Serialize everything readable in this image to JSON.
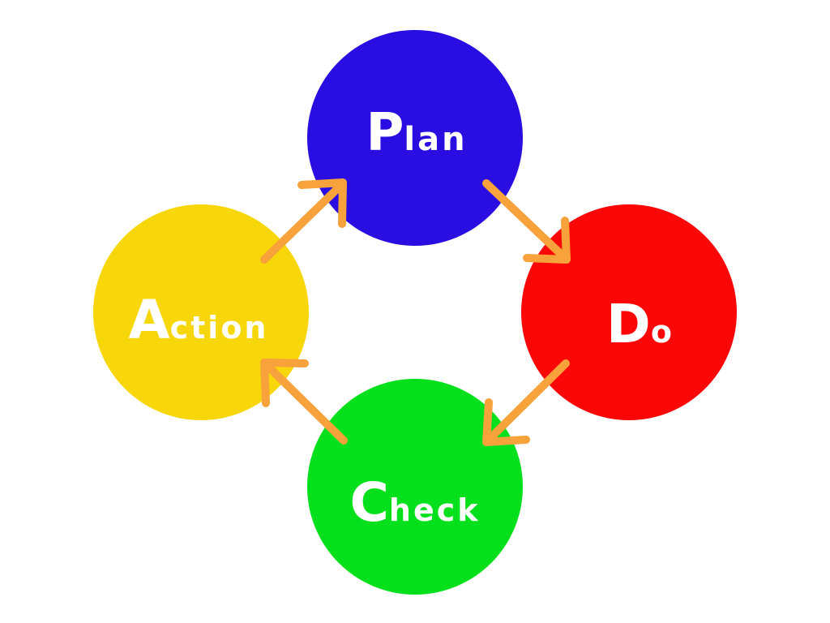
{
  "colors": {
    "background": "#ffffff",
    "text": "#ffffff",
    "arrow": "#f7a23b"
  },
  "cycle": {
    "nodes": [
      {
        "id": "plan",
        "initial": "P",
        "rest": "lan",
        "color": "#2a0de0"
      },
      {
        "id": "do",
        "initial": "D",
        "rest": "o",
        "color": "#fb0707"
      },
      {
        "id": "check",
        "initial": "C",
        "rest": "heck",
        "color": "#05e01c"
      },
      {
        "id": "action",
        "initial": "A",
        "rest": "ction",
        "color": "#f7d70a"
      }
    ],
    "edges": [
      {
        "from": "plan",
        "to": "do"
      },
      {
        "from": "do",
        "to": "check"
      },
      {
        "from": "check",
        "to": "action"
      },
      {
        "from": "action",
        "to": "plan"
      }
    ]
  }
}
